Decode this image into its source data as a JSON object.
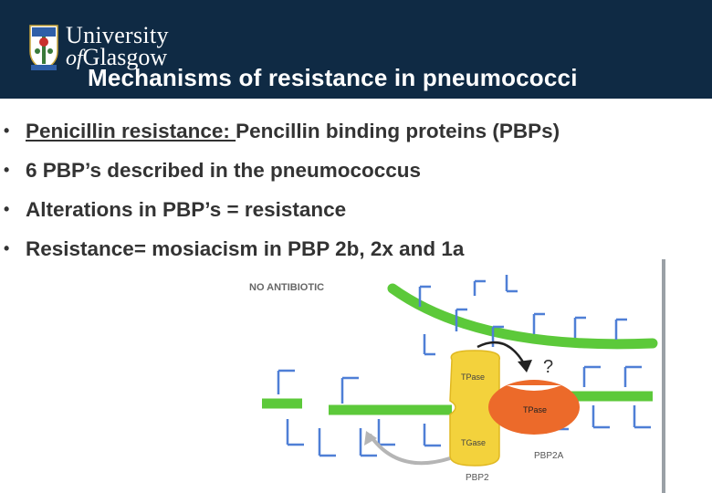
{
  "logo": {
    "line1": "University",
    "line2_of": "of",
    "line2_rest": "Glasgow",
    "crest_text": ""
  },
  "title": "Mechanisms of resistance in pneumococci",
  "bullets": [
    {
      "prefix": "Penicillin resistance: ",
      "rest": "Pencillin binding proteins (PBPs)"
    },
    {
      "text": "6 PBP’s described in the pneumococcus"
    },
    {
      "text": "Alterations in PBP’s = resistance"
    },
    {
      "text": "Resistance= mosiacism in PBP 2b, 2x and 1a"
    }
  ],
  "diagram": {
    "no_antibiotic": "NO ANTIBIOTIC",
    "tpase_yellow": "TPase",
    "tgase": "TGase",
    "tpase_red": "TPase",
    "question": "?",
    "pbp2a": "PBP2A",
    "pbp2": "PBP2",
    "colors": {
      "chain": "#5cc93a",
      "branch": "#4f7fd6",
      "pbp2": "#f3d23c",
      "pbp2a": "#ec6a2a"
    }
  }
}
